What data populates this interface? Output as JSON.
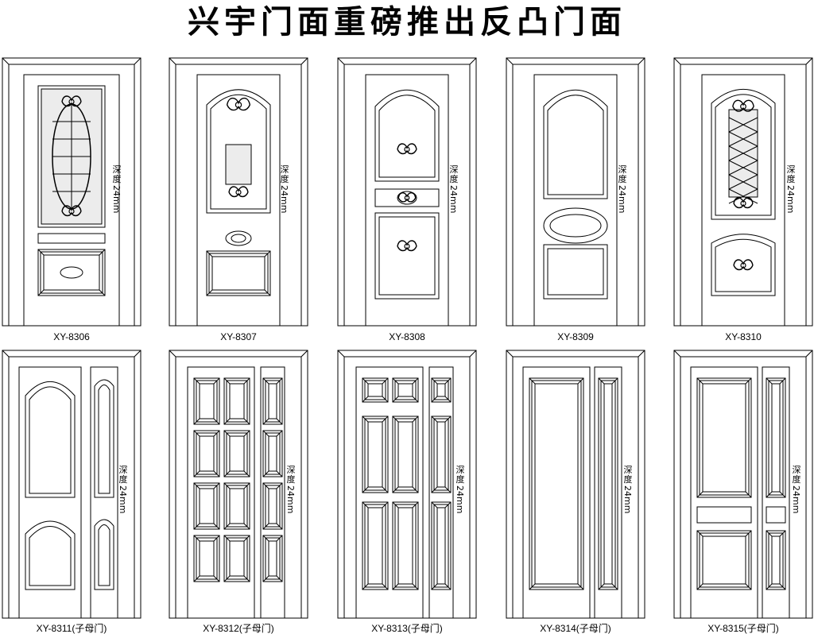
{
  "title": "兴宇门面重磅推出反凸门面",
  "depth_prefix_char1": "深",
  "depth_prefix_char2": "度",
  "depth_value": "24mm",
  "colors": {
    "line": "#000000",
    "background": "#ffffff",
    "glass": "#ececec"
  },
  "doors": [
    {
      "model": "XY-8306",
      "style": "glass-top-panel-bottom"
    },
    {
      "model": "XY-8307",
      "style": "arched-carved-top"
    },
    {
      "model": "XY-8308",
      "style": "arched-three-carvings"
    },
    {
      "model": "XY-8309",
      "style": "arched-oval-band"
    },
    {
      "model": "XY-8310",
      "style": "shaped-glass-carvings"
    },
    {
      "model": "XY-8311(子母门)",
      "style": "double-arched-with-side-leaf"
    },
    {
      "model": "XY-8312(子母门)",
      "style": "grid-eight-with-side-leaf"
    },
    {
      "model": "XY-8313(子母门)",
      "style": "six-panel-with-side-leaf"
    },
    {
      "model": "XY-8314(子母门)",
      "style": "tall-panel-with-side-leaf"
    },
    {
      "model": "XY-8315(子母门)",
      "style": "panel-with-side-leaf"
    }
  ]
}
